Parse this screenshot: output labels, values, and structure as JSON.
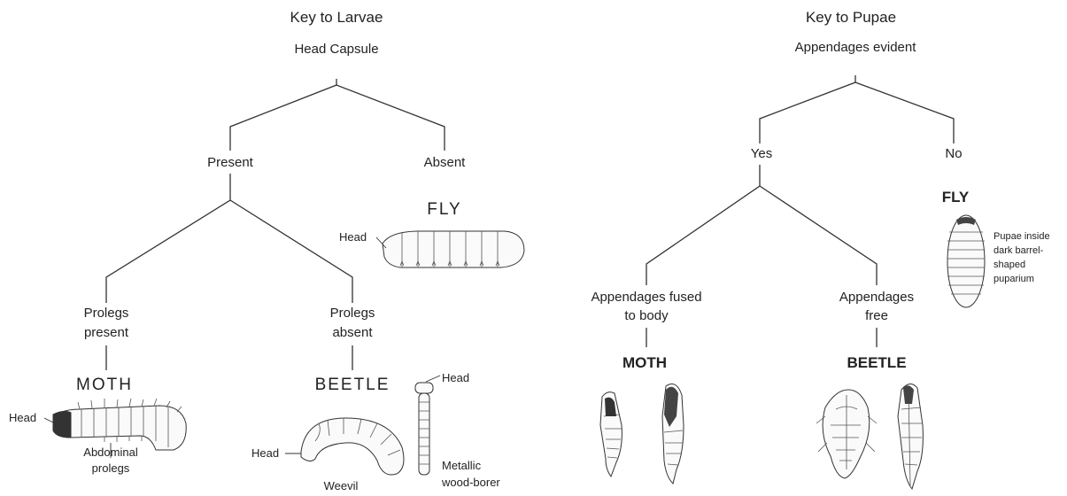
{
  "larvae": {
    "title": "Key to Larvae",
    "root": "Head Capsule",
    "present": "Present",
    "absent": "Absent",
    "fly": "FLY",
    "prolegs_present_1": "Prolegs",
    "prolegs_present_2": "present",
    "prolegs_absent_1": "Prolegs",
    "prolegs_absent_2": "absent",
    "moth": "MOTH",
    "beetle": "BEETLE",
    "head_fly": "Head",
    "head_moth": "Head",
    "head_weevil": "Head",
    "head_borer": "Head",
    "abdominal_1": "Abdominal",
    "abdominal_2": "prolegs",
    "weevil": "Weevil",
    "metallic_1": "Metallic",
    "metallic_2": "wood-borer"
  },
  "pupae": {
    "title": "Key to Pupae",
    "root": "Appendages evident",
    "yes": "Yes",
    "no": "No",
    "fly": "FLY",
    "puparium_1": "Pupae inside",
    "puparium_2": "dark barrel-",
    "puparium_3": "shaped",
    "puparium_4": "puparium",
    "fused_1": "Appendages fused",
    "fused_2": "to body",
    "free_1": "Appendages",
    "free_2": "free",
    "moth": "MOTH",
    "beetle": "BEETLE"
  }
}
